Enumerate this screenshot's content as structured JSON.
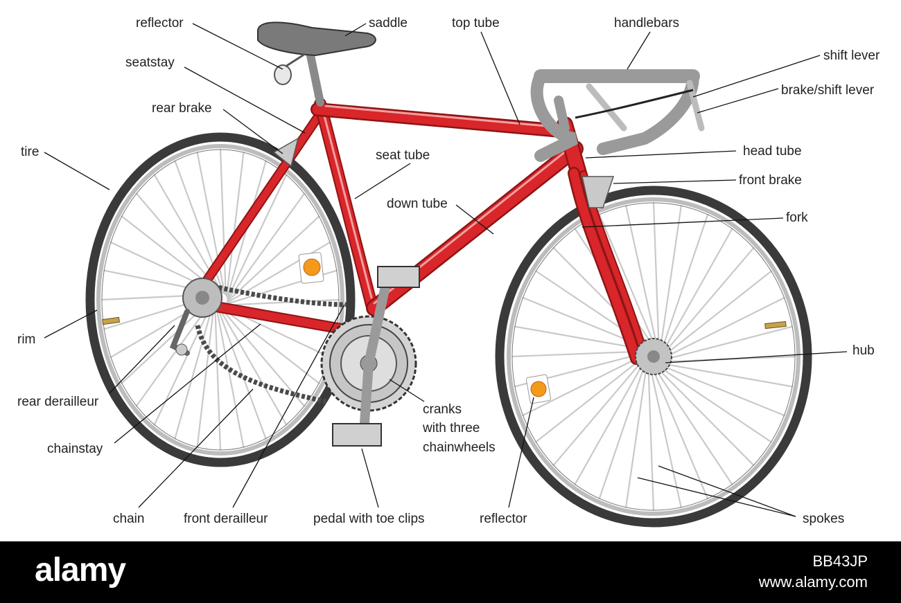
{
  "labels": {
    "reflector_rear": "reflector",
    "saddle": "saddle",
    "top_tube": "top tube",
    "handlebars": "handlebars",
    "shift_lever": "shift lever",
    "brake_shift_lever": "brake/shift lever",
    "seatstay": "seatstay",
    "rear_brake": "rear brake",
    "tire": "tire",
    "seat_tube": "seat tube",
    "head_tube": "head tube",
    "front_brake": "front brake",
    "down_tube": "down tube",
    "fork": "fork",
    "rim": "rim",
    "hub": "hub",
    "rear_derailleur": "rear derailleur",
    "cranks_1": "cranks",
    "cranks_2": "with three",
    "cranks_3": "chainwheels",
    "chainstay": "chainstay",
    "chain": "chain",
    "front_derailleur": "front derailleur",
    "pedal": "pedal with toe clips",
    "reflector_front": "reflector",
    "spokes": "spokes"
  },
  "footer": {
    "watermark": "alamy",
    "image_id": "BB43JP",
    "url": "www.alamy.com"
  },
  "colors": {
    "frame": "#d8262a",
    "frame_dark": "#8e1414",
    "tire": "#3a3a3a",
    "metal": "#c9c9c9",
    "reflector": "#f39a1a"
  }
}
